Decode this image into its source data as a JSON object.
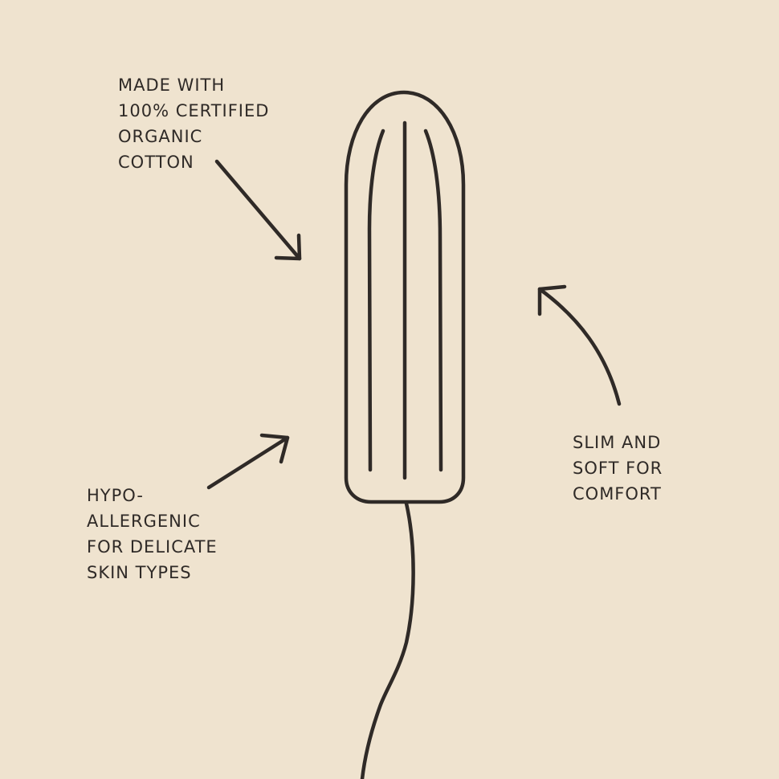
{
  "colors": {
    "background": "#efe3cf",
    "ink": "#2f2a27"
  },
  "callouts": {
    "organic": {
      "lines": [
        "MADE WITH",
        "100% CERTIFIED",
        "ORGANIC",
        "COTTON"
      ],
      "arrow_icon": "arrow-down-right-icon"
    },
    "hypoallergenic": {
      "lines": [
        "HYPO-",
        "ALLERGENIC",
        "FOR DELICATE",
        "SKIN TYPES"
      ],
      "arrow_icon": "arrow-up-right-icon"
    },
    "slim": {
      "lines": [
        "SLIM AND",
        "SOFT FOR",
        "COMFORT"
      ],
      "arrow_icon": "curved-arrow-up-left-icon"
    }
  },
  "illustration": {
    "icon": "tampon-icon"
  }
}
